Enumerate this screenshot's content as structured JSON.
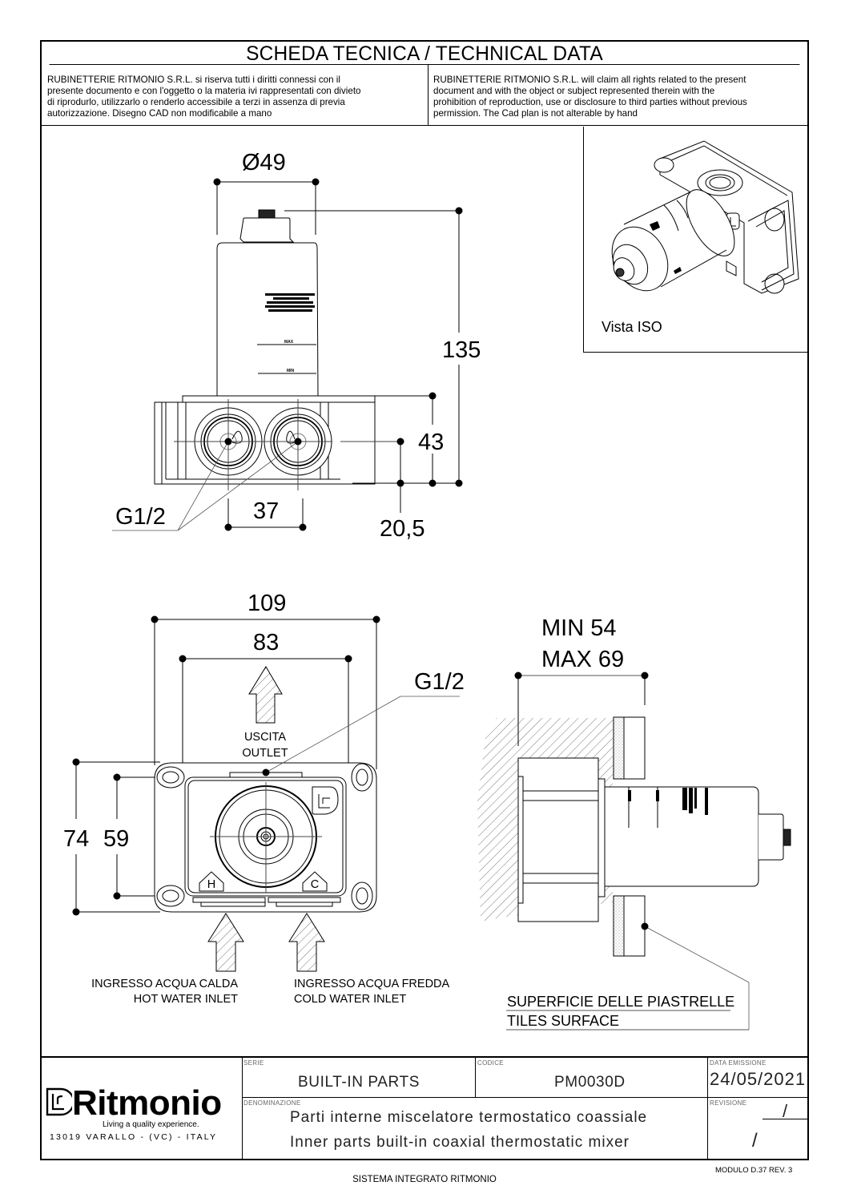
{
  "header": {
    "title": "SCHEDA TECNICA / TECHNICAL DATA",
    "rights_it": [
      "RUBINETTERIE RITMONIO S.R.L. si riserva tutti i diritti connessi con il",
      "presente documento e con l'oggetto o la materia ivi rappresentati con divieto",
      "di riprodurlo, utilizzarlo o renderlo accessibile a terzi in assenza di previa",
      "autorizzazione. Disegno CAD non modificabile a mano"
    ],
    "rights_en": [
      "RUBINETTERIE RITMONIO S.R.L. will claim all rights related to the present",
      "document and with the object or subject represented therein with the",
      "prohibition  of reproduction, use or disclosure to third parties without previous",
      "permission.  The Cad plan is not alterable by hand"
    ]
  },
  "iso_view": {
    "label": "Vista ISO"
  },
  "front_view": {
    "dimensions": {
      "diameter": "Ø49",
      "height_total": "135",
      "height_body": "43",
      "inlet_offset": "20,5",
      "inlet_spacing": "37"
    },
    "thread_label": "G1/2",
    "scale_marks": {
      "max": "MAX",
      "min": "MIN"
    }
  },
  "plan_view": {
    "dimensions": {
      "outer_width": "109",
      "inner_width": "83",
      "outer_height": "74",
      "inner_height": "59"
    },
    "thread_label": "G1/2",
    "outlet": {
      "it": "USCITA",
      "en": "OUTLET"
    },
    "hot_inlet": {
      "it": "INGRESSO ACQUA CALDA",
      "en": "HOT WATER INLET",
      "badge": "H"
    },
    "cold_inlet": {
      "it": "INGRESSO ACQUA FREDDA",
      "en": "COLD WATER INLET",
      "badge": "C"
    }
  },
  "side_view": {
    "depth_min": "MIN 54",
    "depth_max": "MAX 69",
    "tiles_it": "SUPERFICIE DELLE PIASTRELLE",
    "tiles_en": "TILES SURFACE"
  },
  "title_block": {
    "brand": "Ritmonio",
    "tagline": "Living a quality experience.",
    "address": "13019 VARALLO - (VC) - ITALY",
    "serie_caption": "SERIE",
    "serie": "BUILT-IN PARTS",
    "codice_caption": "CODICE",
    "codice": "PM0030D",
    "data_caption": "DATA  EMISSIONE",
    "data": "24/05/2021",
    "denominazione_caption": "DENOMINAZIONE",
    "denominazione_it": "Parti  interne  miscelatore  termostatico  coassiale",
    "denominazione_en": "Inner  parts  built-in  coaxial  thermostatic  mixer",
    "revisione_caption": "REVISIONE",
    "revisione": "/"
  },
  "footer": {
    "module": "MODULO D.37 REV. 3",
    "system": "SISTEMA INTEGRATO RITMONIO"
  }
}
